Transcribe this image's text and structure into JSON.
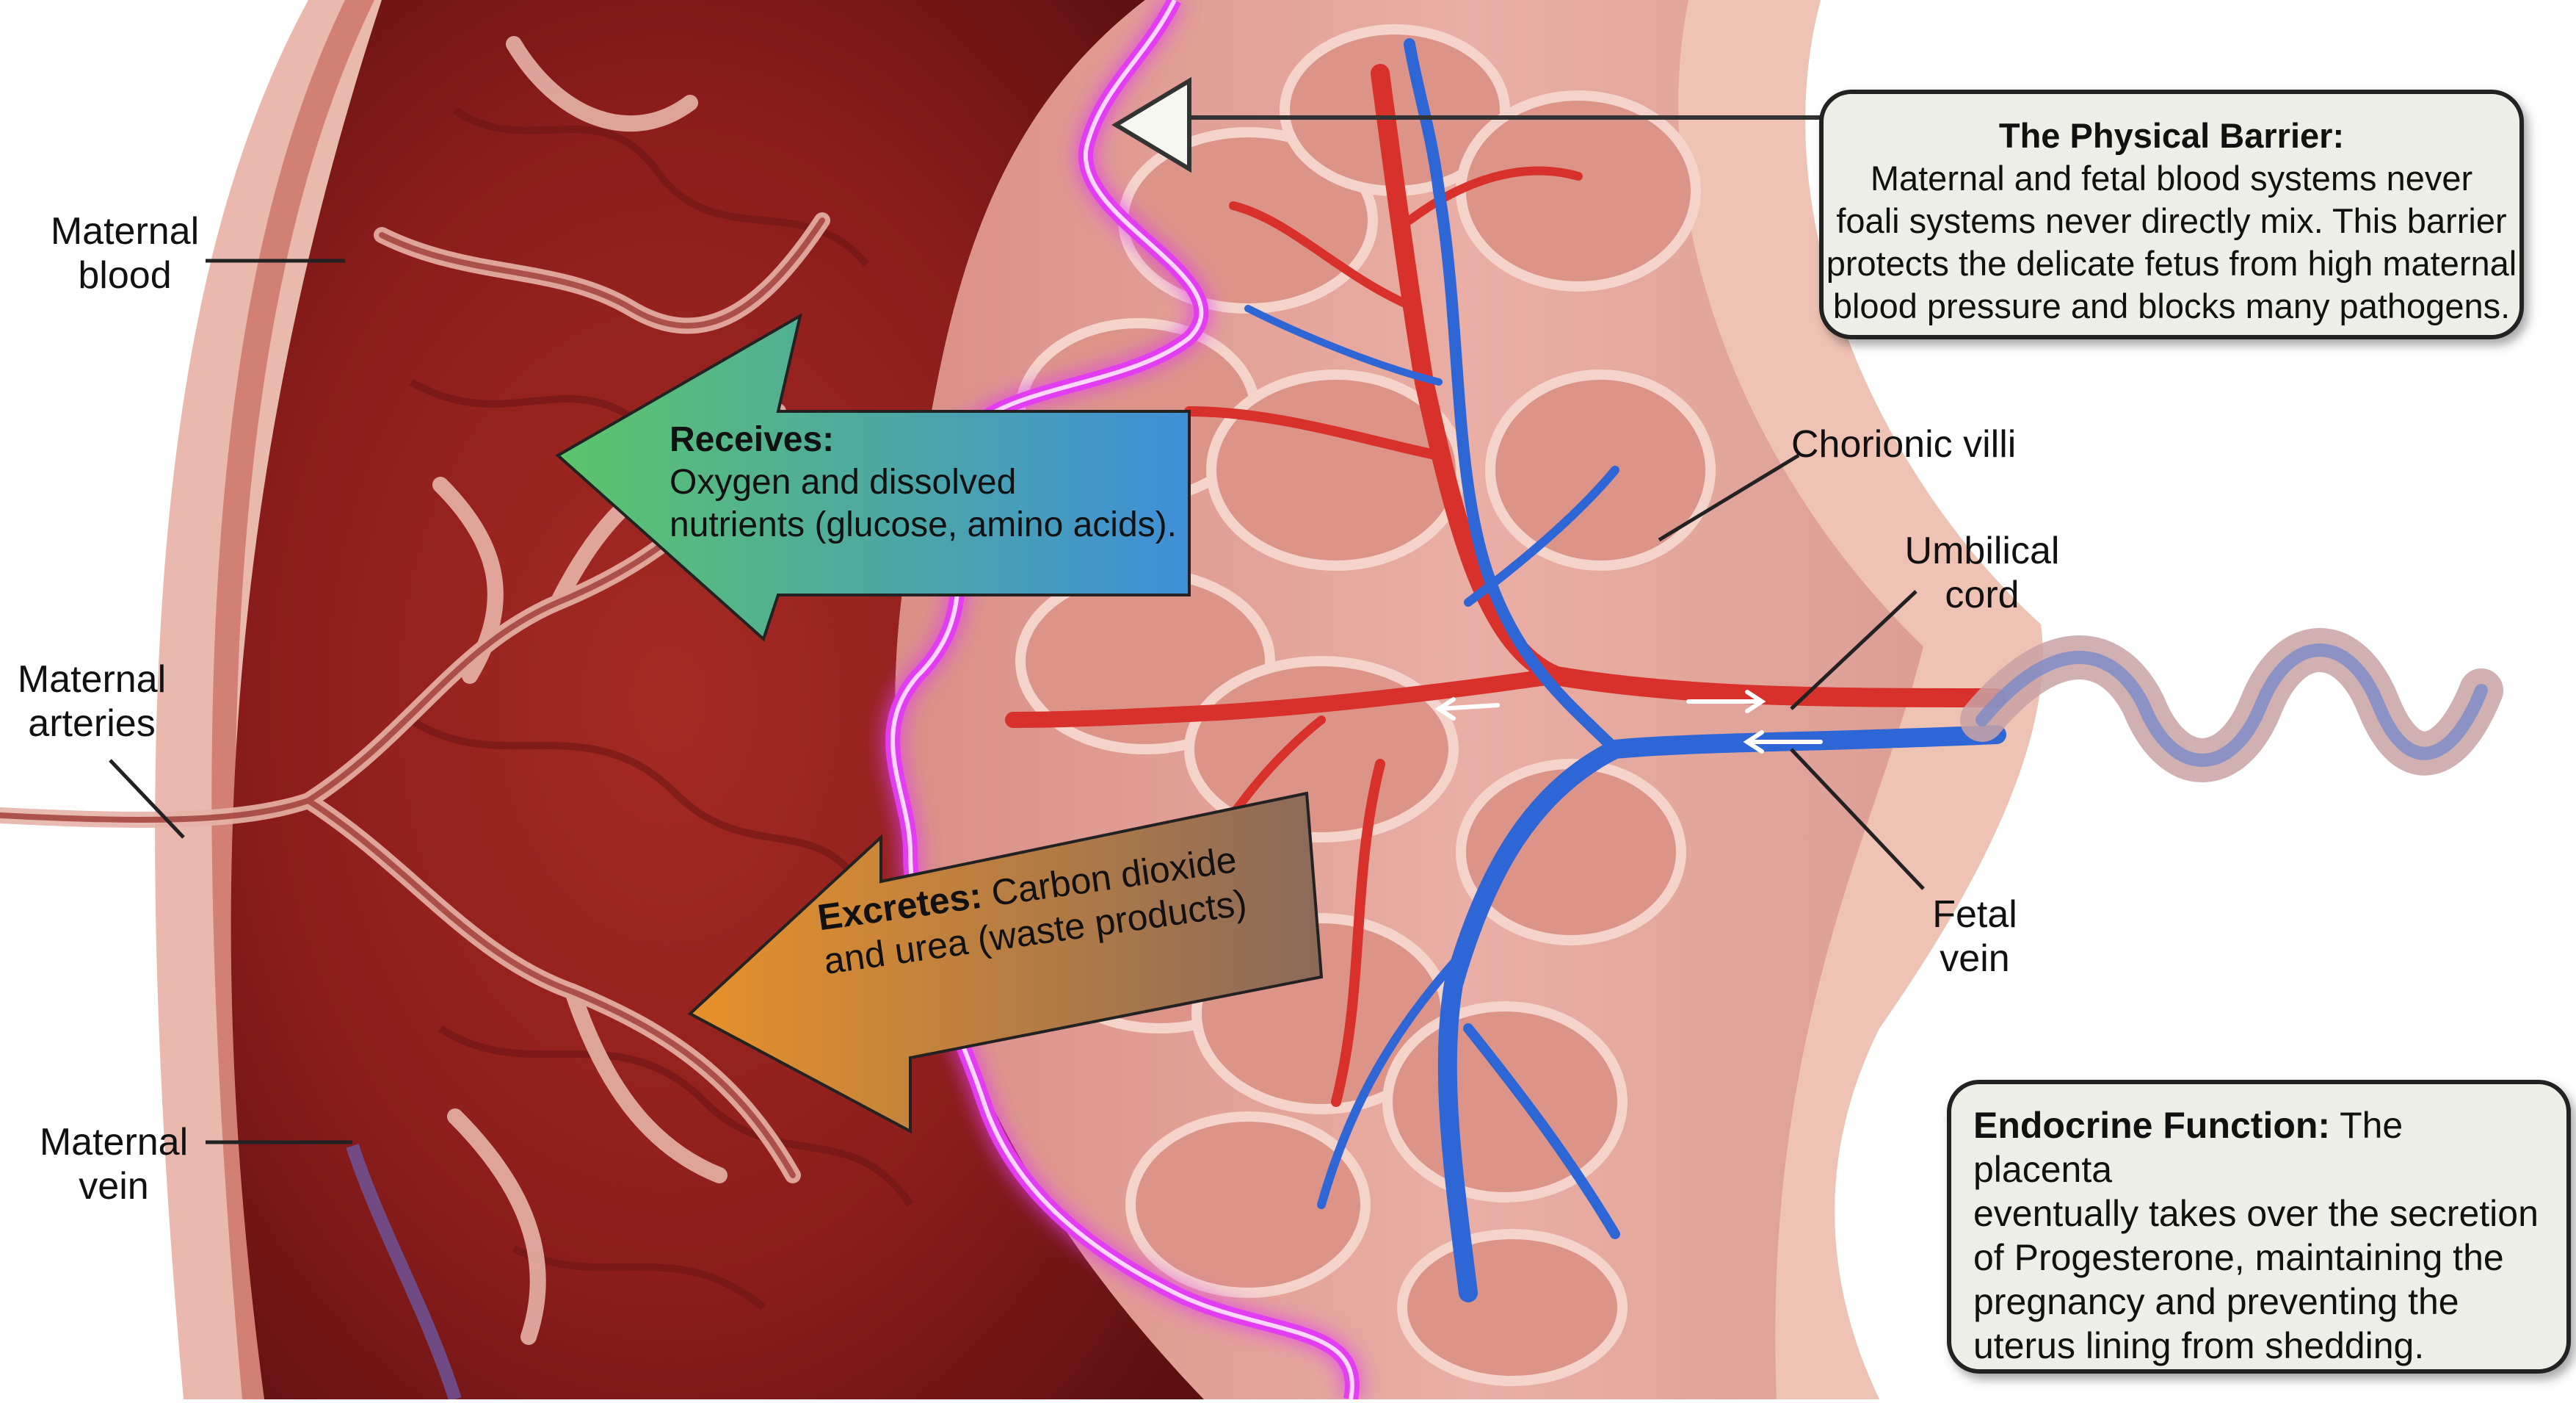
{
  "labels": {
    "maternal_blood": [
      "Maternal",
      "blood"
    ],
    "maternal_arteries": [
      "Maternal",
      "arteries"
    ],
    "maternal_vein": [
      "Maternal",
      "vein"
    ],
    "chorionic_villi": "Chorionic villi",
    "umbilical_cord": [
      "Umbilical",
      "cord"
    ],
    "fetal_vein": [
      "Fetal",
      "vein"
    ]
  },
  "receives": {
    "title": "Receives:",
    "lines": [
      "Oxygen and dissolved",
      "nutrients (glucose, amino acids)."
    ]
  },
  "excretes": {
    "title": "Excretes:",
    "line1_rest": " Carbon dioxide",
    "line2": "and urea (waste products)"
  },
  "barrier": {
    "title": "The Physical Barrier:",
    "lines": [
      "Maternal and fetal blood systems never",
      "foali systems never directly mix. This barrier",
      "protects the delicate fetus from high maternal",
      "blood pressure and blocks many pathogens."
    ]
  },
  "endocrine": {
    "title": "Endocrine Function:",
    "line1_rest": " The placenta",
    "lines": [
      "eventually takes over the secretion",
      "of Progesterone, maintaining the",
      "pregnancy and preventing the",
      "uterus lining from shedding."
    ]
  },
  "colors": {
    "maternal_blood": "#8e1f1e",
    "barrier_glow": "#e23cf0",
    "fetal_artery": "#d8302a",
    "fetal_vein": "#2f66d6",
    "tissue": "#e8aaa0",
    "receives_arrow_start": "#5cc46a",
    "receives_arrow_end": "#3f8fd8",
    "excretes_arrow_start": "#e7912a",
    "excretes_arrow_end": "#8a6a5a",
    "box_background": "#eeeee8"
  }
}
